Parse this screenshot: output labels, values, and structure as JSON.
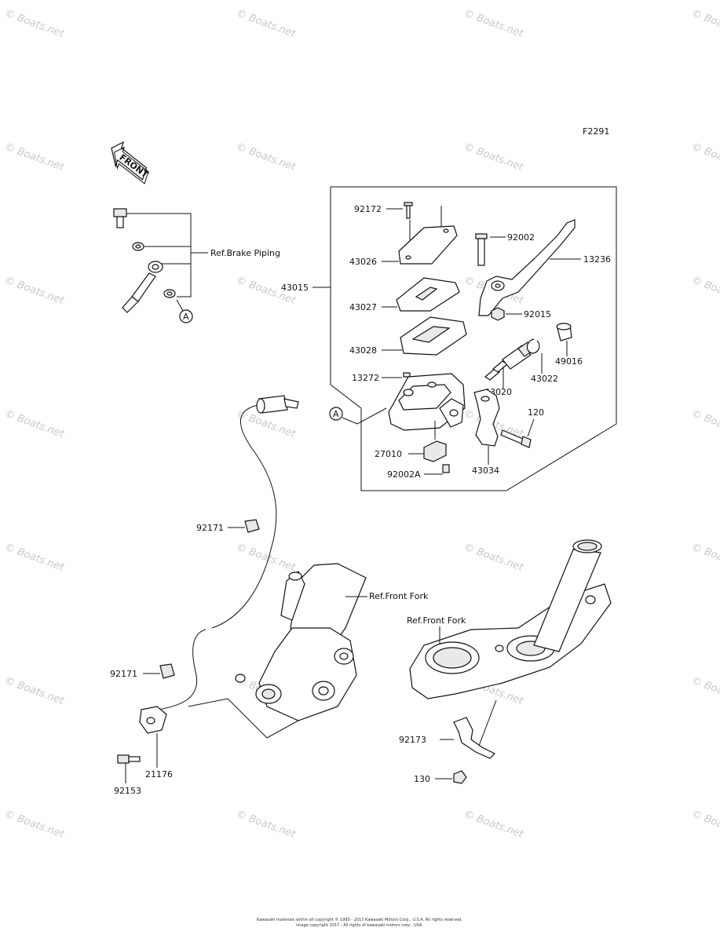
{
  "diagram_code": "F2291",
  "front_arrow_text": "FRONT",
  "ref_labels": {
    "brake_piping": "Ref.Brake Piping",
    "front_fork_1": "Ref.Front Fork",
    "front_fork_2": "Ref.Front Fork"
  },
  "callout_letter": "A",
  "watermark_text": "© Boats.net",
  "part_labels": {
    "p92172": "92172",
    "p43026": "43026",
    "p43015": "43015",
    "p43027": "43027",
    "p43028": "43028",
    "p13272": "13272",
    "p27010": "27010",
    "p92002A": "92002A",
    "p92002": "92002",
    "p13236": "13236",
    "p92015": "92015",
    "p49016": "49016",
    "p43022": "43022",
    "p43020": "43020",
    "p120": "120",
    "p43034": "43034",
    "p92171a": "92171",
    "p92171b": "92171",
    "p21176": "21176",
    "p92153": "92153",
    "p92173": "92173",
    "p130": "130"
  },
  "footer": {
    "line1": "Kawasaki materials within all copyright © 1995 - 2017 Kawasaki Motors Corp., U.S.A. All rights reserved.",
    "line2": "image copyright 2017 - All rights of kawasaki motors corp., USA."
  }
}
